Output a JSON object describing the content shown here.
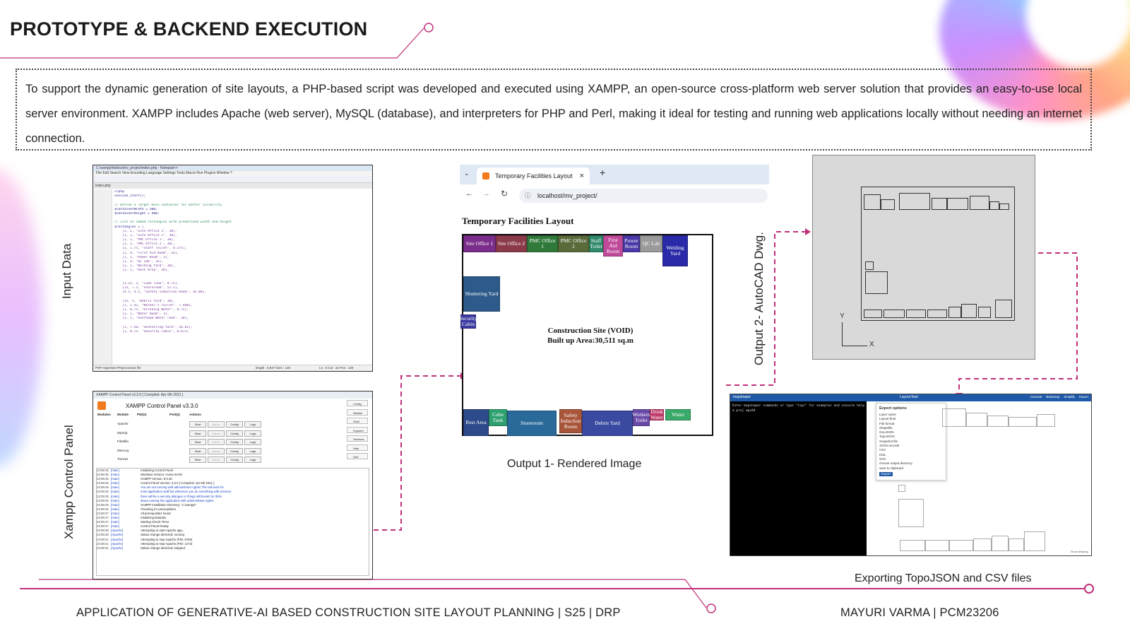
{
  "slide": {
    "title": "PROTOTYPE & BACKEND EXECUTION",
    "intro": "To support the dynamic generation of site layouts, a PHP-based script was developed and executed using XAMPP, an open-source cross-platform web server solution that provides an easy-to-use local server environment. XAMPP includes Apache (web server), MySQL (database), and interpreters for PHP and Perl, making it ideal for testing and running web applications locally without needing an internet connection.",
    "footer_left": "APPLICATION OF GENERATIVE-AI BASED CONSTRUCTION SITE LAYOUT PLANNING | S25 | DRP",
    "footer_right": "MAYURI VARMA | PCM23206",
    "accent_color": "#c0307a"
  },
  "labels": {
    "input_data": "Input Data",
    "xampp_panel": "Xampp Control Panel",
    "output2": "Output 2- AutoCAD Dwg.",
    "output1": "Output 1- Rendered Image",
    "export": "Exporting TopoJSON and CSV files"
  },
  "notepad": {
    "title": "C:\\xampp\\htdocs\\mv_project\\index.php - Notepad++",
    "menu": "File  Edit  Search  View  Encoding  Language  Settings  Tools  Macro  Run  Plugins  Window  ?",
    "tab": "index.php",
    "lines": [
      "<?php",
      "session_start();",
      "",
      "// Define a larger main container for better visibility",
      "$containerWidth = 500;",
      "$containerHeight = 400;",
      "",
      "// List of named rectangles with predefined width and height",
      "$rectangles = [",
      "    [1, 1, \"Site Office 1\", 30],",
      "    [1, 1, \"Site Office 2\", 30],",
      "    [1, 1, \"PMC Office 1\", 30],",
      "    [1, 1, \"PMC Office 2\", 30],",
      "    [1, 1.75, \"Staff Toilet\", 4.375],",
      "    [1, 4, \"First Aid Room\", 16],",
      "    [1, 1, \"Power Room\", 3],",
      "    [1, 4, \"QC Lab\", 16],",
      "    [1, 1, \"Welding Yard\", 30],",
      "    [1, 1, \"Rest Area\", 20],",
      "",
      "",
      "    [3.25, 3, \"Cube Tank\", 9.75],",
      "    [15, 7.5, \"Storeroom\", 52.5],",
      "    [4.5, 4.5, \"Safety Induction Room\", 16.00],",
      "",
      "    [15, 5, \"Debris Yard\", 30],",
      "    [1, 1.41, \"Worker's Toilet\", 7.488],",
      "    [1, 0.75, \"Drinking Water\", 0.75],",
      "    [1, 1, \"Water Room\", 3],",
      "    [1, 1, \"Overhead Water Tank\", 10],",
      "",
      "    [1, 7.50, \"Shuttering Yard\", 56.81],",
      "    [1, 0.75, \"Security Cabin\", 0.675]"
    ],
    "status_left": "PHP Hypertext Preprocessor file",
    "status_mid": "length : 5,947    lines : 130",
    "status_right": "Ln : 6    Col : 22    Pos : 130"
  },
  "xampp": {
    "window_title": "XAMPP Control Panel v3.3.0  [ Compiled: Apr 6th 2021 ]",
    "title": "XAMPP Control Panel v3.3.0",
    "headers": [
      "Modules",
      "Module",
      "PID(s)",
      "Port(s)",
      "Actions"
    ],
    "modules": [
      "Apache",
      "MySQL",
      "FileZilla",
      "Mercury",
      "Tomcat"
    ],
    "buttons": [
      "Start",
      "Admin",
      "Config",
      "Logs"
    ],
    "side_buttons": [
      "Config",
      "Netstat",
      "Shell",
      "Explorer",
      "Services",
      "Help",
      "Quit"
    ],
    "log": [
      [
        "23:08:45",
        "[main]",
        "Initializing Control Panel"
      ],
      [
        "23:08:45",
        "[main]",
        "Windows Version:  Home  64-bit"
      ],
      [
        "23:08:45",
        "[main]",
        "XAMPP Version: 8.0.30"
      ],
      [
        "23:08:45",
        "[main]",
        "Control Panel Version: 3.3.0  [ Compiled: Apr 6th 2021 ]"
      ],
      [
        "23:08:45",
        "[main]",
        "You are not running with administrator rights! This will work for"
      ],
      [
        "23:08:45",
        "[main]",
        "most application stuff but whenever you do something with services"
      ],
      [
        "23:08:45",
        "[main]",
        "there will be a security dialogue or things will break! So think"
      ],
      [
        "23:08:45",
        "[main]",
        "about running this application with administrator rights!"
      ],
      [
        "23:08:45",
        "[main]",
        "XAMPP Installation Directory: \"c:\\xampp\\\""
      ],
      [
        "23:08:46",
        "[main]",
        "Checking for prerequisites"
      ],
      [
        "23:08:47",
        "[main]",
        "All prerequisites found"
      ],
      [
        "23:08:47",
        "[main]",
        "Initializing Modules"
      ],
      [
        "23:08:47",
        "[main]",
        "Starting Check-Timer"
      ],
      [
        "23:08:47",
        "[main]",
        "Control Panel Ready"
      ],
      [
        "23:08:48",
        "[Apache]",
        "Attempting to start Apache app..."
      ],
      [
        "23:08:48",
        "[Apache]",
        "Status change detected: running"
      ],
      [
        "23:08:41",
        "[Apache]",
        "Attempting to stop Apache (PID: 5792)"
      ],
      [
        "23:08:41",
        "[Apache]",
        "Attempting to stop Apache (PID: 1272)"
      ],
      [
        "23:08:41",
        "[Apache]",
        "Status change detected: stopped"
      ]
    ]
  },
  "browser": {
    "tab_title": "Temporary Facilities Layout",
    "url": "localhost/mv_project/",
    "page_title": "Temporary Facilities Layout",
    "center_line1": "Construction Site (VOID)",
    "center_line2": "Built up Area:30,511 sq.m",
    "blocks": [
      {
        "label": "Site Office 1",
        "color": "#7b2d8b"
      },
      {
        "label": "Site Office 2",
        "color": "#8b3a4a"
      },
      {
        "label": "PMC Office 1",
        "color": "#2f7a3a"
      },
      {
        "label": "PMC Office 2",
        "color": "#5a6a3a"
      },
      {
        "label": "Staff Toilet",
        "color": "#2f8a6a"
      },
      {
        "label": "First Aid Room",
        "color": "#c04a9a"
      },
      {
        "label": "Power Room",
        "color": "#4a3aa8"
      },
      {
        "label": "QC Lab",
        "color": "#9a9a9a"
      },
      {
        "label": "Welding Yard",
        "color": "#2a2aa8"
      },
      {
        "label": "Shuttering Yard",
        "color": "#2d5a8a"
      },
      {
        "label": "Security Cabin",
        "color": "#3a3aa0"
      },
      {
        "label": "Rest Area",
        "color": "#2d4a8a"
      },
      {
        "label": "Cube Tank",
        "color": "#2fa070"
      },
      {
        "label": "Storeroom",
        "color": "#2a6a9a"
      },
      {
        "label": "Safety Induction Room",
        "color": "#a8553a"
      },
      {
        "label": "Debris Yard",
        "color": "#3a4aa0"
      },
      {
        "label": "Workers Toilet",
        "color": "#6a4aa8"
      },
      {
        "label": "Drink Water",
        "color": "#c03a6a"
      },
      {
        "label": "Water",
        "color": "#3aaa6a"
      }
    ]
  },
  "cad": {
    "axis_x": "X",
    "axis_y": "Y"
  },
  "mapshaper": {
    "app": "mapshaper",
    "layer": "Layout final",
    "menu": [
      "Console",
      "Basemap",
      "Simplify",
      "Export"
    ],
    "console_text": "Enter mapshaper commands or type \"tips\" for examples and console help",
    "prompt": "$ proj wgs84",
    "dialog_title": "Export options",
    "dialog_fields": [
      "Layer name",
      "Layout final",
      "File format",
      "Shapefile",
      "GeoJSON",
      "TopoJSON",
      "Snapshot file",
      "JSON records",
      "CSV",
      "KML",
      "SVG",
      "choose output directory",
      "save to clipboard",
      "Export"
    ],
    "bottom": "Show desktop"
  }
}
